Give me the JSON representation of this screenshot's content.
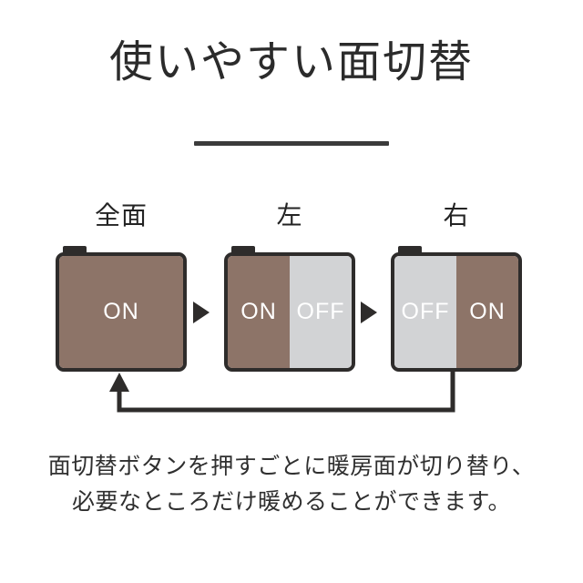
{
  "page": {
    "title": "使いやすい面切替",
    "background_color": "#ffffff"
  },
  "colors": {
    "heat_on": "#8d7468",
    "heat_off": "#d2d3d5",
    "outline": "#2e2c2b",
    "text": "#2f2f2f",
    "divider": "#3b3b3b"
  },
  "diagram": {
    "steps": [
      {
        "label": "全面",
        "panels": [
          {
            "state_label": "ON",
            "state": "on",
            "width": "full"
          }
        ]
      },
      {
        "label": "左",
        "panels": [
          {
            "state_label": "ON",
            "state": "on",
            "width": "half"
          },
          {
            "state_label": "OFF",
            "state": "off",
            "width": "half"
          }
        ]
      },
      {
        "label": "右",
        "panels": [
          {
            "state_label": "OFF",
            "state": "off",
            "width": "half"
          },
          {
            "state_label": "ON",
            "state": "on",
            "width": "half"
          }
        ]
      }
    ],
    "arrows": {
      "step_arrow_1": "triangle-right-icon",
      "step_arrow_2": "triangle-right-icon",
      "loop_arrow": "loop-back-arrow-icon"
    }
  },
  "caption": {
    "line1": "面切替ボタンを押すごとに暖房面が切り替り、",
    "line2": "必要なところだけ暖めることができます。"
  }
}
